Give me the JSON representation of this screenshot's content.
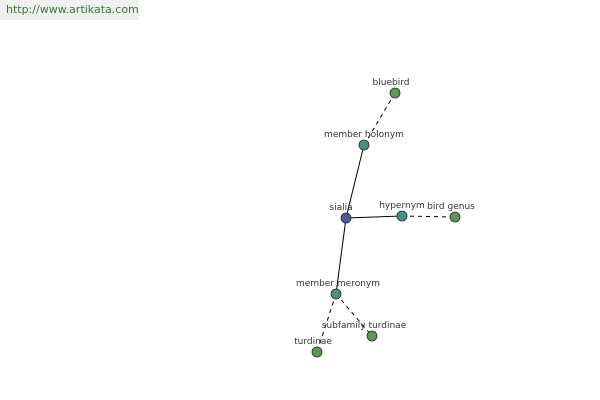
{
  "header": {
    "url": "http://www.artikata.com"
  },
  "colors": {
    "central": "#4a5aa0",
    "relation": "#4a8f8a",
    "leaf": "#5a9a4f",
    "edge": "#000000"
  },
  "graph": {
    "nodes": [
      {
        "id": "sialia",
        "label": "sialia",
        "kind": "central"
      },
      {
        "id": "member-holonym",
        "label": "member holonym",
        "kind": "relation"
      },
      {
        "id": "bluebird",
        "label": "bluebird",
        "kind": "leaf"
      },
      {
        "id": "hypernym",
        "label": "hypernym",
        "kind": "relation"
      },
      {
        "id": "bird-genus",
        "label": "bird genus",
        "kind": "leaf"
      },
      {
        "id": "member-meronym",
        "label": "member meronym",
        "kind": "relation"
      },
      {
        "id": "subfamily-turdinae",
        "label": "subfamily turdinae",
        "kind": "leaf"
      },
      {
        "id": "turdinae",
        "label": "turdinae",
        "kind": "leaf"
      }
    ],
    "edges": [
      {
        "from": "sialia",
        "to": "member-holonym",
        "style": "solid"
      },
      {
        "from": "member-holonym",
        "to": "bluebird",
        "style": "dashed"
      },
      {
        "from": "sialia",
        "to": "hypernym",
        "style": "solid"
      },
      {
        "from": "hypernym",
        "to": "bird-genus",
        "style": "dashed"
      },
      {
        "from": "sialia",
        "to": "member-meronym",
        "style": "solid"
      },
      {
        "from": "member-meronym",
        "to": "subfamily-turdinae",
        "style": "dashed"
      },
      {
        "from": "member-meronym",
        "to": "turdinae",
        "style": "dashed"
      }
    ]
  }
}
